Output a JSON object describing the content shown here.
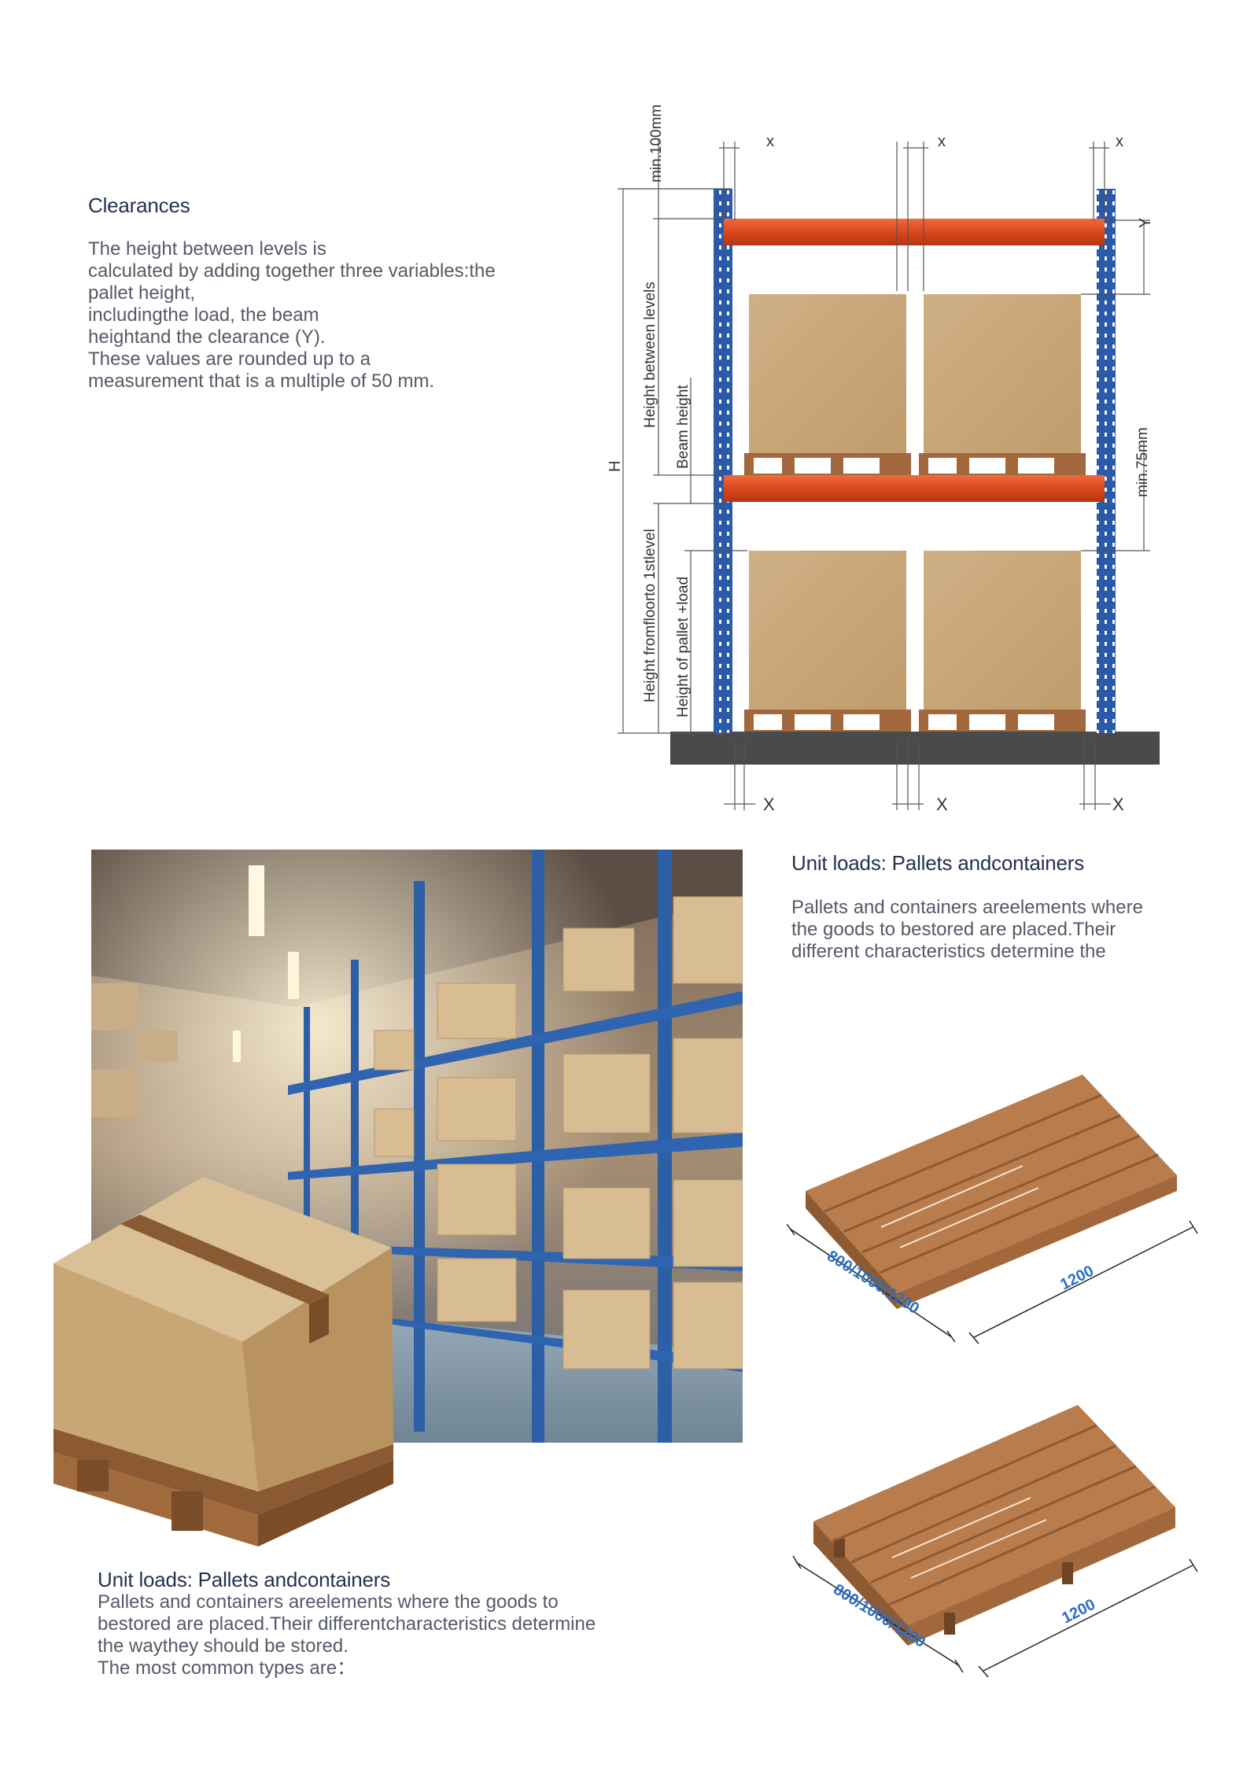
{
  "clearances": {
    "title": "Clearances",
    "lines": [
      "The height between levels is",
      "calculated by adding together three variables:the",
      "pallet height,",
      "includingthe load, the beam",
      "heightand the clearance (Y).",
      "These values are rounded up to a",
      "measurement that is a multiple of 50 mm."
    ]
  },
  "rack_diagram": {
    "labels": {
      "min_top": "min.100mm",
      "x": "x",
      "x_bottom": "X",
      "y": "Y",
      "height_between_levels": "Height between levels",
      "beam_height": "Beam height",
      "h": "H",
      "min_side": "min.75mm",
      "height_floor": "Height fromfloorto 1stlevel",
      "height_pallet": "Height of pallet +load"
    },
    "colors": {
      "upright": "#2a5aa8",
      "beam": "#d9481e",
      "box": "#c9a97a",
      "pallet": "#a0683c",
      "floor": "#4a4a4a"
    }
  },
  "unit_loads_right": {
    "title": "Unit loads: Pallets andcontainers",
    "lines": [
      "Pallets and containers areelements where",
      "the goods to bestored are placed.Their",
      "different characteristics determine the"
    ]
  },
  "pallet_dims": {
    "pallet1": {
      "width": "800/1000/1200",
      "length": "1200"
    },
    "pallet2": {
      "width": "800/1000/1200",
      "length": "1200"
    },
    "dim_color": "#2a6fc4"
  },
  "unit_loads_bottom": {
    "title": "Unit loads: Pallets andcontainers",
    "lines": [
      "Pallets and containers areelements where the goods to",
      "bestored are placed.Their differentcharacteristics determine",
      "the waythey should be stored.",
      "The most common types are："
    ]
  }
}
